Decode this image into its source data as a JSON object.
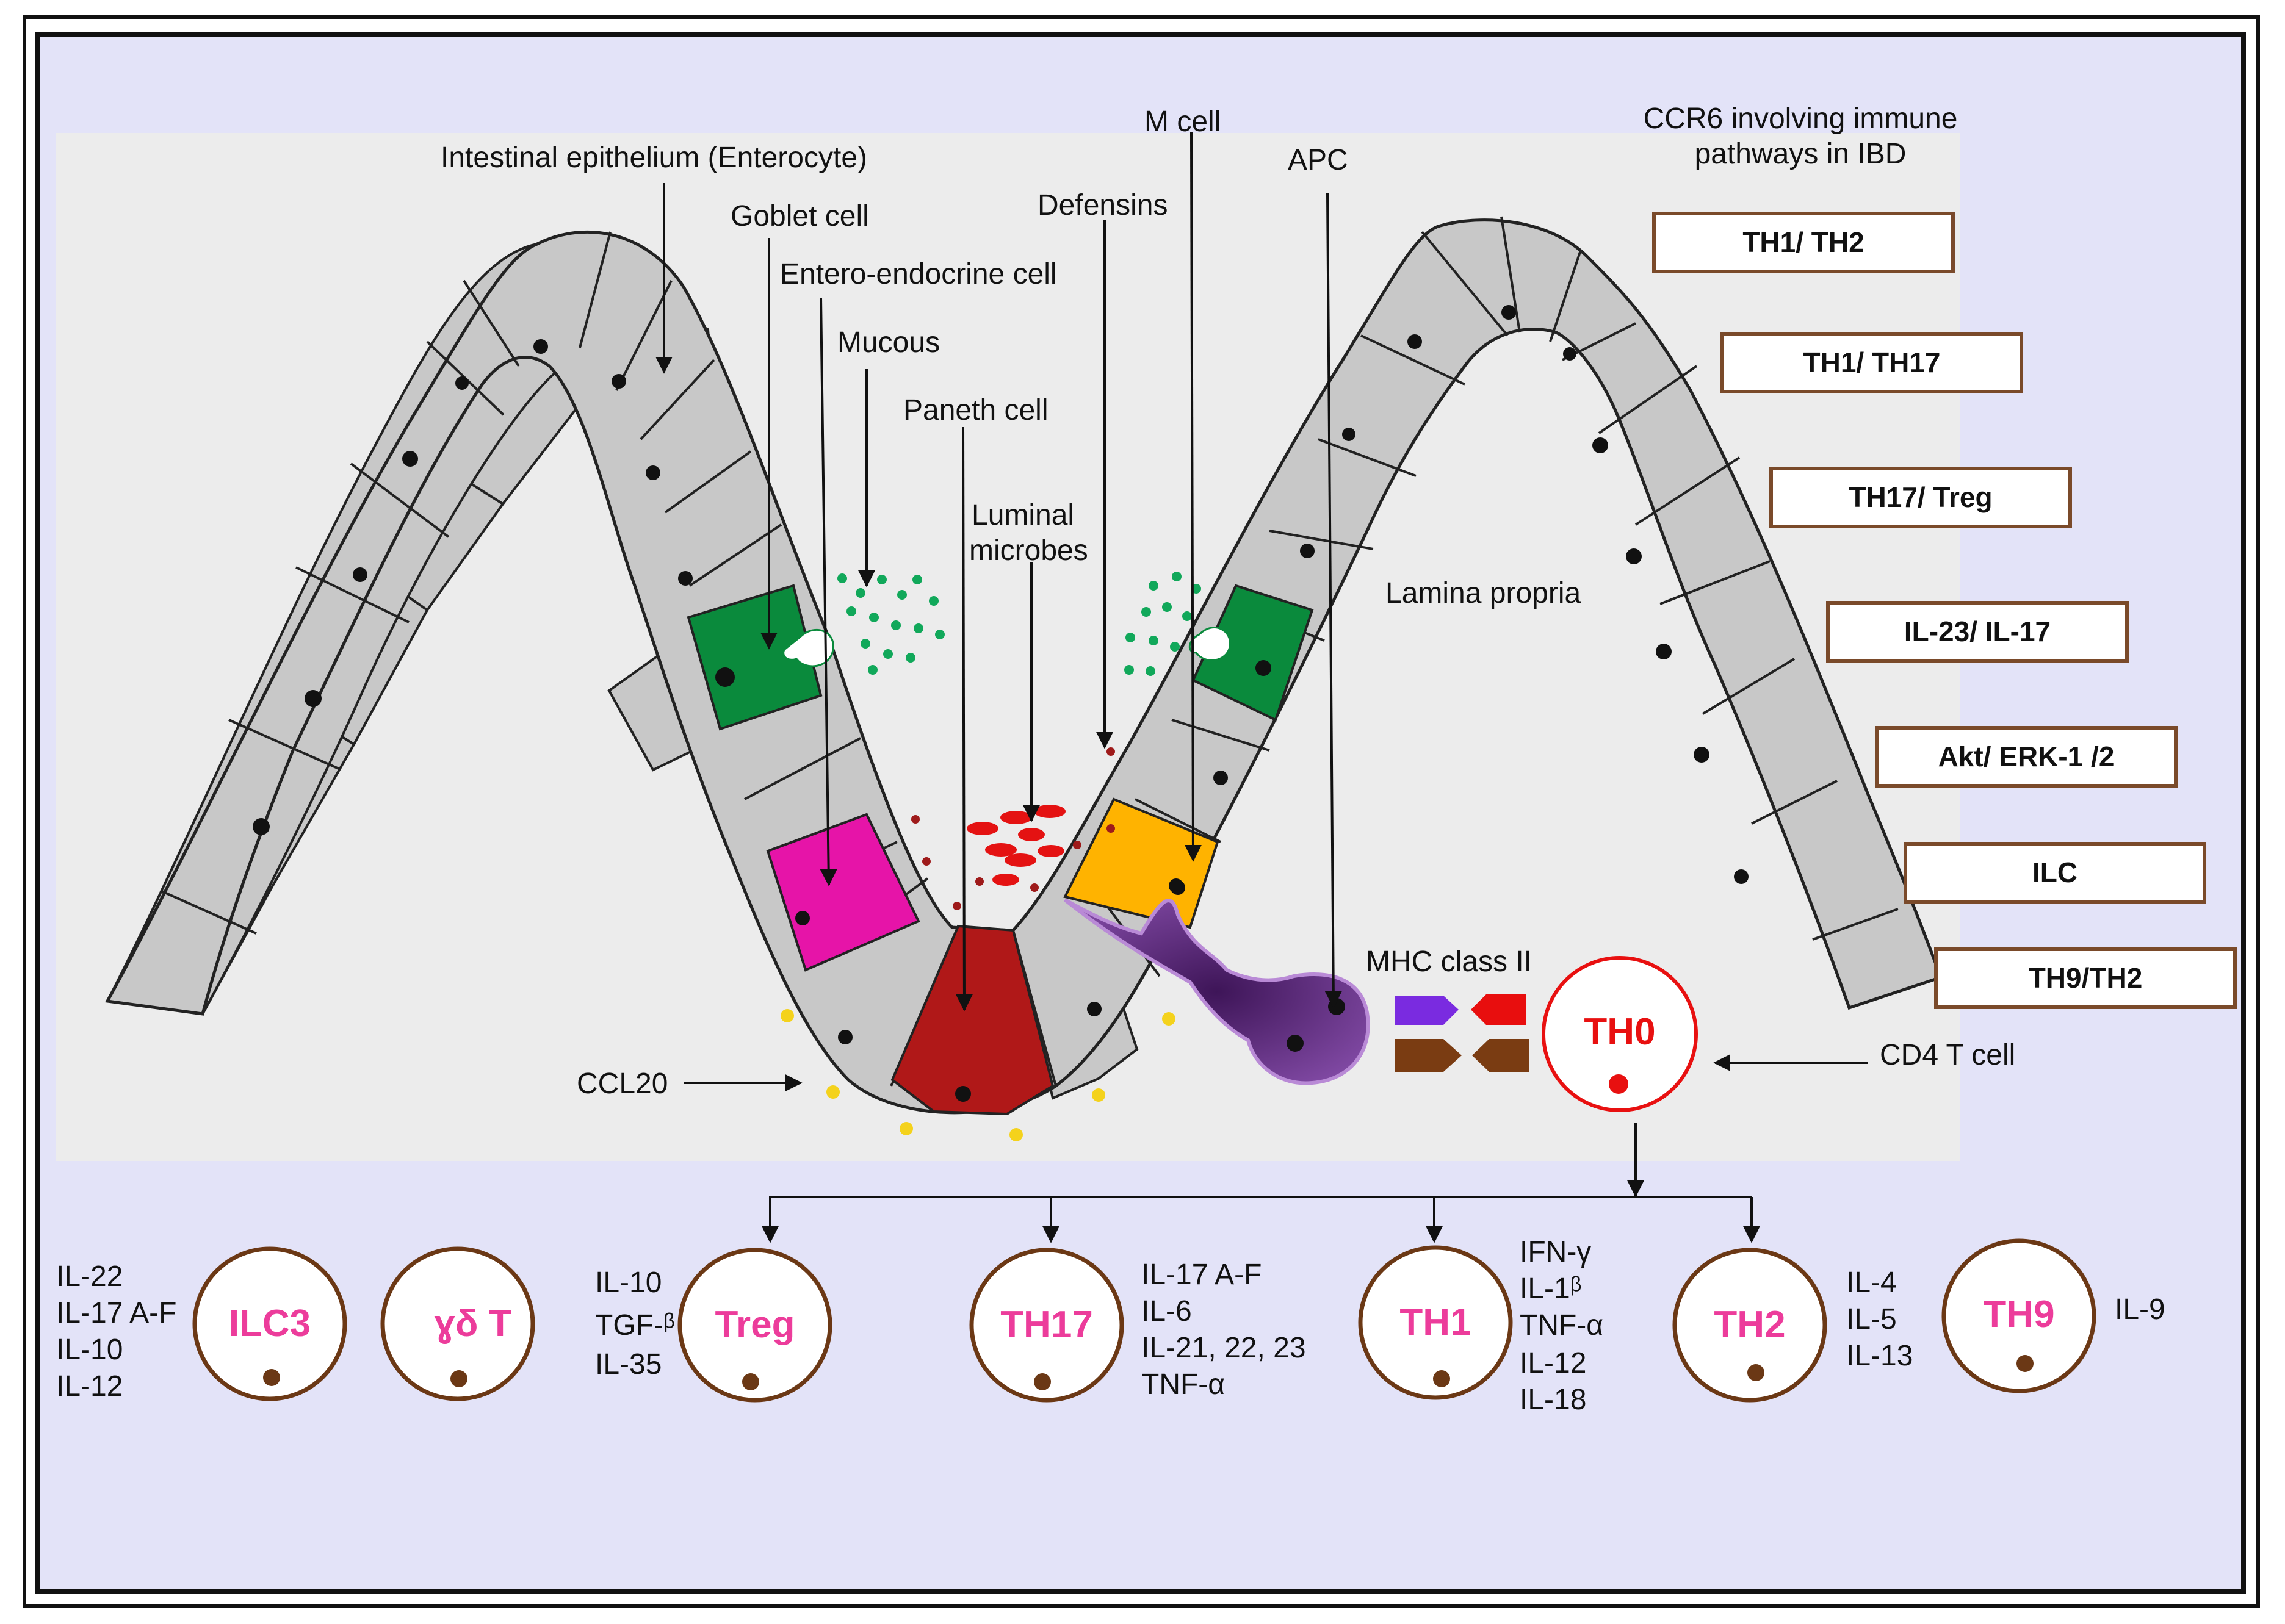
{
  "labels": {
    "enterocyte": "Intestinal epithelium (Enterocyte)",
    "goblet": "Goblet cell",
    "enteroendocrine": "Entero-endocrine cell",
    "mucous": "Mucous",
    "paneth": "Paneth cell",
    "luminal_1": "Luminal",
    "luminal_2": "microbes",
    "defensins": "Defensins",
    "mcell": "M cell",
    "apc": "APC",
    "lamina": "Lamina propria",
    "mhc": "MHC class II",
    "ccl20": "CCL20",
    "cd4": "CD4 T cell",
    "th0": "TH0"
  },
  "pathways": {
    "title_1": "CCR6 involving immune",
    "title_2": "pathways in IBD",
    "items": [
      "TH1/ TH2",
      "TH1/ TH17",
      "TH17/ Treg",
      "IL-23/ IL-17",
      "Akt/ ERK-1 /2",
      "ILC",
      "TH9/TH2"
    ]
  },
  "cells": [
    {
      "name": "ILC3",
      "cytokines": [
        "IL-22",
        "IL-17 A-F",
        "IL-10",
        "IL-12"
      ]
    },
    {
      "name": "ɣδ T",
      "cytokines": []
    },
    {
      "name": "Treg",
      "cytokines": [
        "IL-10",
        "TGF-ᵝ",
        "IL-35"
      ]
    },
    {
      "name": "TH17",
      "cytokines": [
        "IL-17 A-F",
        "IL-6",
        "IL-21, 22, 23",
        "TNF-α"
      ]
    },
    {
      "name": "TH1",
      "cytokines": [
        "IFN-γ",
        "IL-1ᵝ",
        "TNF-α",
        "IL-12",
        "IL-18"
      ]
    },
    {
      "name": "TH2",
      "cytokines": [
        "IL-4",
        "IL-5",
        "IL-13"
      ]
    },
    {
      "name": "TH9",
      "cytokines": [
        "IL-9"
      ]
    }
  ],
  "colors": {
    "background": "#e3e3f8",
    "epithelium_panel": "#ececec",
    "cell_gray": "#c8c8c8",
    "goblet": "#0a8a3c",
    "enteroendocrine": "#e614a8",
    "paneth": "#b01818",
    "mcell": "#ffb300",
    "apc": "#7a3c98",
    "th_label": "#ec3c9b",
    "th0": "#e81010",
    "box_border": "#7a4a2a"
  }
}
